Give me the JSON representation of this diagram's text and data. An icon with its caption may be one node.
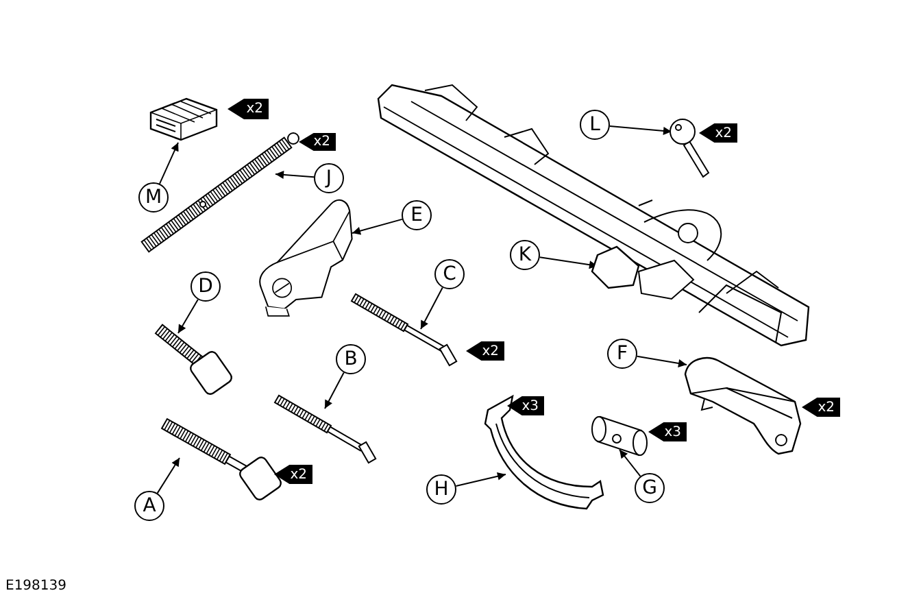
{
  "diagram": {
    "nodes": [
      {
        "text": [
          "M"
        ]
      },
      {
        "text": [],
        "shape": "picture"
      },
      {
        "text": [
          "x2"
        ]
      },
      {
        "text": [
          "J"
        ]
      },
      {
        "text": [],
        "shape": "picture"
      },
      {
        "text": [
          "x2"
        ]
      },
      {
        "text": [
          "L"
        ]
      },
      {
        "text": [],
        "shape": "picture"
      },
      {
        "text": [
          "x2"
        ]
      },
      {
        "text": [
          "K"
        ]
      },
      {
        "text": [],
        "shape": "picture"
      },
      {
        "text": [
          "E"
        ]
      },
      {
        "text": [],
        "shape": "picture"
      },
      {
        "text": [
          "D"
        ]
      },
      {
        "text": [],
        "shape": "picture"
      },
      {
        "text": [
          "C"
        ]
      },
      {
        "text": [],
        "shape": "picture"
      },
      {
        "text": [
          "x2"
        ]
      },
      {
        "text": [
          "F"
        ]
      },
      {
        "text": [],
        "shape": "picture"
      },
      {
        "text": [
          "x2"
        ]
      },
      {
        "text": [
          "B"
        ]
      },
      {
        "text": [],
        "shape": "picture"
      },
      {
        "text": [
          "H"
        ]
      },
      {
        "text": [],
        "shape": "picture"
      },
      {
        "text": [
          "x3"
        ]
      },
      {
        "text": [
          "G"
        ]
      },
      {
        "text": [],
        "shape": "picture"
      },
      {
        "text": [
          "x3"
        ]
      },
      {
        "text": [
          "A"
        ]
      },
      {
        "text": [],
        "shape": "picture"
      },
      {
        "text": [
          "x2"
        ]
      }
    ],
    "edges": [
      {
        "from": 0,
        "to": 1,
        "arrow": "to"
      },
      {
        "from": 3,
        "to": 4,
        "arrow": "to"
      },
      {
        "from": 6,
        "to": 7,
        "arrow": "to"
      },
      {
        "from": 9,
        "to": 10,
        "arrow": "to"
      },
      {
        "from": 11,
        "to": 12,
        "arrow": "to"
      },
      {
        "from": 13,
        "to": 14,
        "arrow": "to"
      },
      {
        "from": 15,
        "to": 16,
        "arrow": "to"
      },
      {
        "from": 18,
        "to": 19,
        "arrow": "to"
      },
      {
        "from": 21,
        "to": 22,
        "arrow": "to"
      },
      {
        "from": 23,
        "to": 24,
        "arrow": "to"
      },
      {
        "from": 26,
        "to": 27,
        "arrow": "to"
      },
      {
        "from": 29,
        "to": 30,
        "arrow": "to"
      }
    ],
    "labels": [
      "E198139"
    ]
  }
}
